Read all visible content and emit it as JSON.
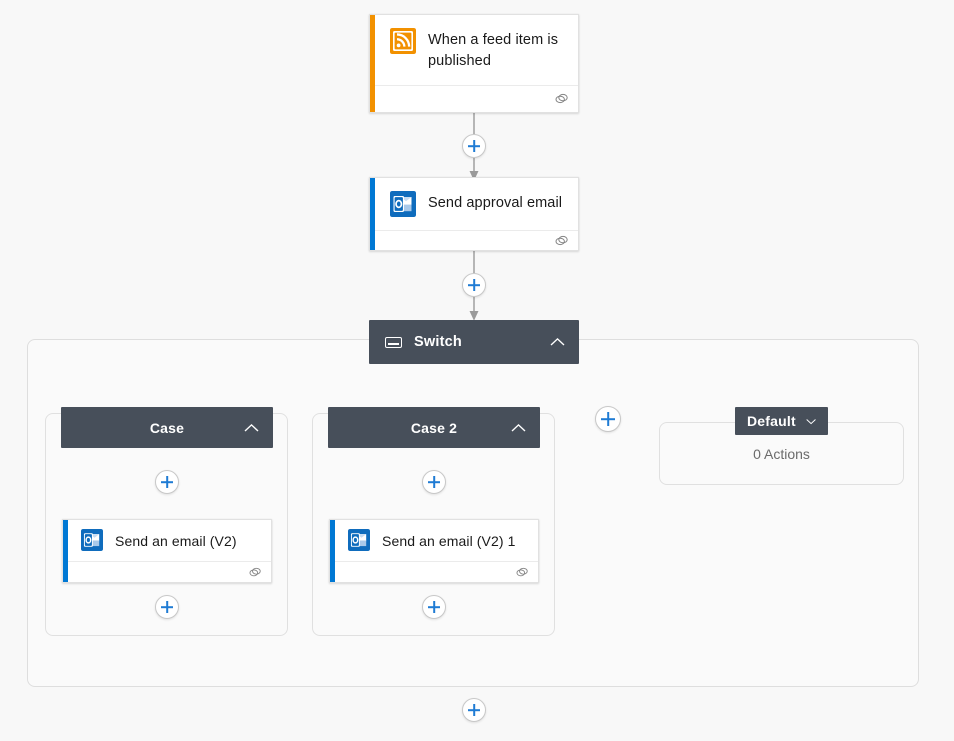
{
  "canvas": {
    "background": "#f8f8f8",
    "accent_blue": "#0078d4",
    "accent_orange": "#f29100",
    "scope_header_bg": "#474f5a",
    "connector_color": "#9a9a9a"
  },
  "trigger": {
    "title": "When a feed item is published",
    "icon": "rss-icon",
    "accent_color": "#f29100",
    "footer_icon": "comments-link-icon"
  },
  "approval_action": {
    "title": "Send approval email",
    "icon": "outlook-icon",
    "accent_color": "#0078d4",
    "footer_icon": "comments-link-icon"
  },
  "switch": {
    "title": "Switch",
    "icon": "switch-icon",
    "collapse_icon": "chevron-up-icon"
  },
  "cases": [
    {
      "title": "Case",
      "collapse_icon": "chevron-up-icon",
      "action": {
        "title": "Send an email (V2)",
        "icon": "outlook-icon",
        "accent_color": "#0078d4",
        "footer_icon": "comments-link-icon"
      }
    },
    {
      "title": "Case 2",
      "collapse_icon": "chevron-up-icon",
      "action": {
        "title": "Send an email (V2) 1",
        "icon": "outlook-icon",
        "accent_color": "#0078d4",
        "footer_icon": "comments-link-icon"
      }
    }
  ],
  "default_case": {
    "title": "Default",
    "expand_icon": "chevron-down-icon",
    "empty_label": "0 Actions"
  },
  "add_buttons": {
    "icon": "plus-icon",
    "after_trigger": "add-step-after-trigger",
    "after_approval": "add-step-after-approval",
    "add_case": "add-case",
    "case1_top": "add-step-case1-top",
    "case1_bottom": "add-step-case1-bottom",
    "case2_top": "add-step-case2-top",
    "case2_bottom": "add-step-case2-bottom",
    "after_switch": "add-step-after-switch"
  }
}
